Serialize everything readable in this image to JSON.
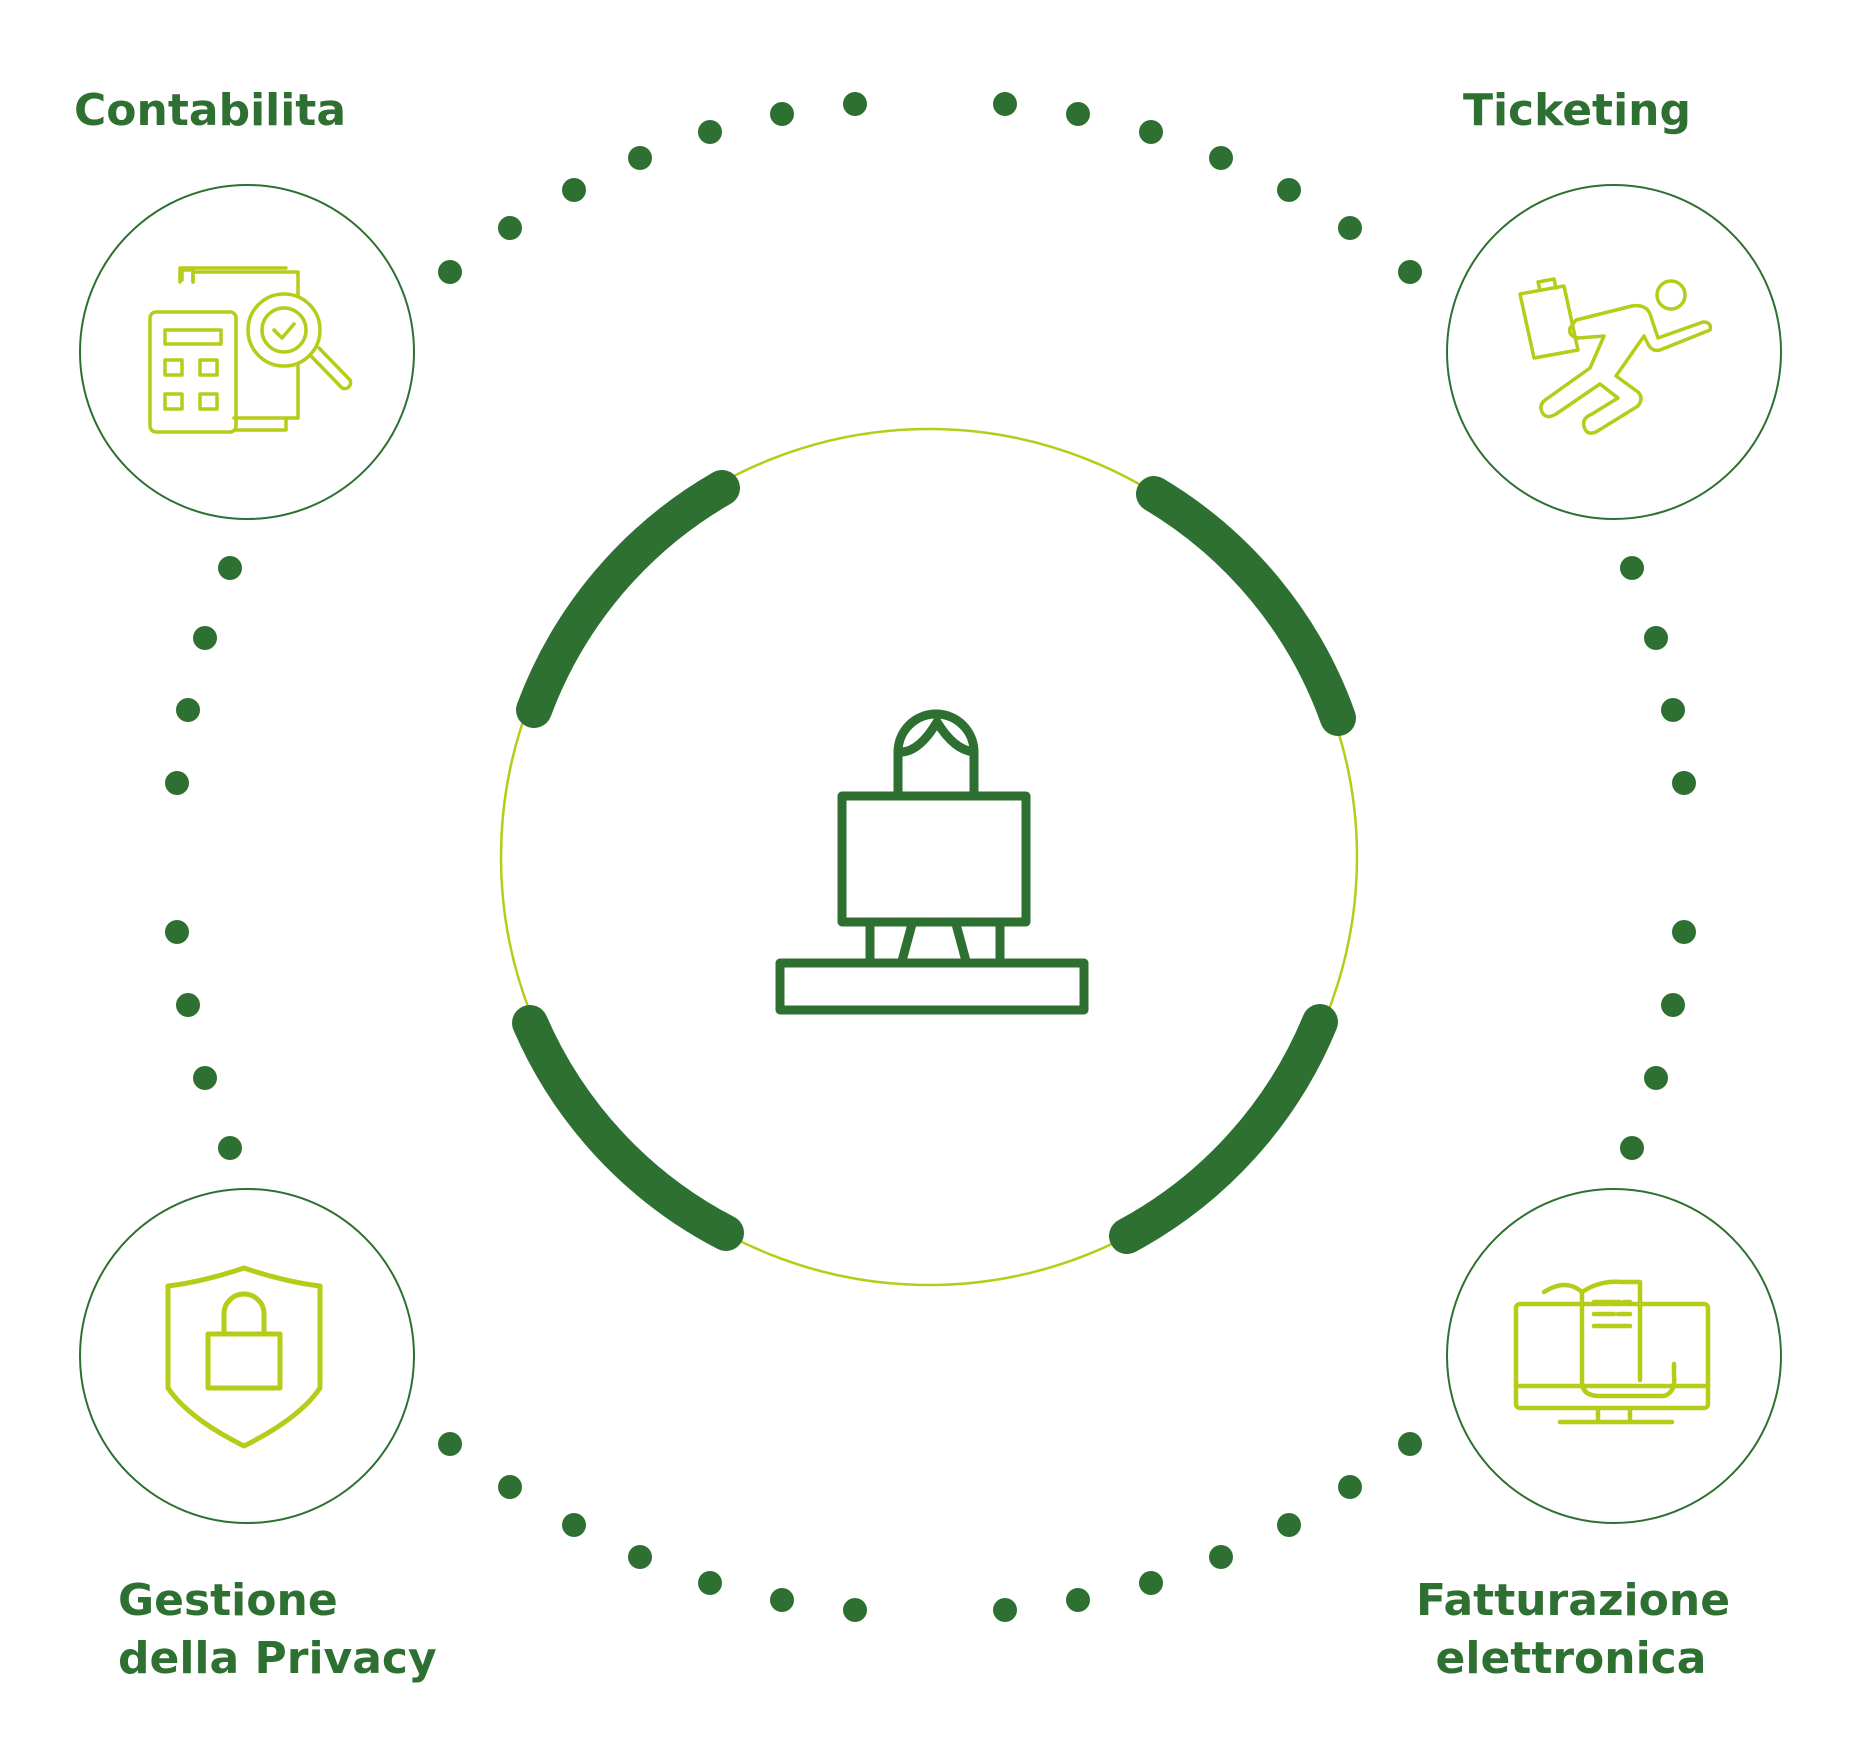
{
  "features": {
    "top_left": {
      "label": "Contabilita",
      "icon": "accounting-calculator-icon"
    },
    "top_right": {
      "label": "Ticketing",
      "icon": "running-person-briefcase-icon"
    },
    "bottom_left": {
      "label_line1": "Gestione",
      "label_line2": "della Privacy",
      "icon": "shield-lock-icon"
    },
    "bottom_right": {
      "label_line1": "Fatturazione",
      "label_line2": "elettronica",
      "icon": "monitor-invoice-icon"
    }
  },
  "center": {
    "icon": "person-at-desk-icon"
  },
  "colors": {
    "dark_green": "#2e7031",
    "lime": "#b5cc18"
  }
}
